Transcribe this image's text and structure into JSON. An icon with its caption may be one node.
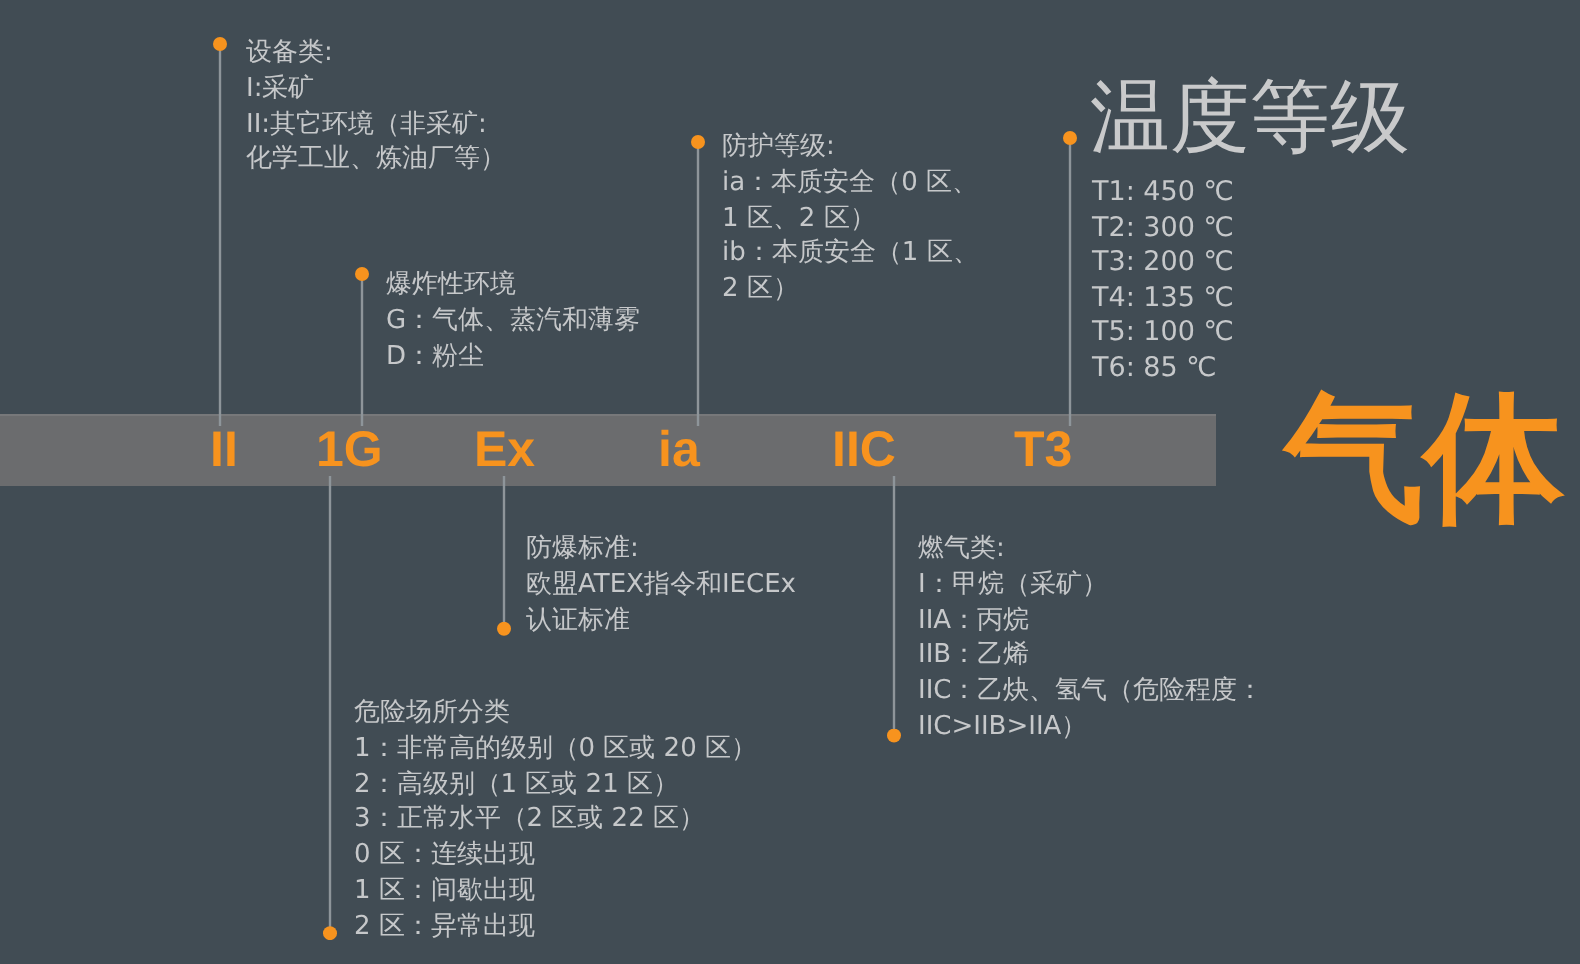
{
  "diagram": {
    "nodes": [
      {
        "text": [
          "设备类:",
          "I:采矿",
          "II:其它环境（非采矿:化学工业、炼油厂等）"
        ]
      },
      {
        "text": [
          "爆炸性环境",
          "G：气体、蒸汽和薄雾",
          "D：粉尘"
        ]
      },
      {
        "text": [
          "防护等级:",
          "ia：本质安全（0 区、1 区、2 区）",
          "ib：本质安全（1 区、2 区）"
        ]
      },
      {
        "text": [
          "温度等级",
          "T1: 450 ℃",
          "T2: 300 ℃",
          "T3: 200 ℃",
          "T4: 135 ℃",
          "T5: 100 ℃",
          "T6: 85 ℃"
        ]
      },
      {
        "text": [],
        "shape": "bar"
      },
      {
        "text": [
          "II"
        ],
        "in": 4
      },
      {
        "text": [
          "1G"
        ],
        "in": 4
      },
      {
        "text": [
          "Ex"
        ],
        "in": 4
      },
      {
        "text": [
          "ia"
        ],
        "in": 4
      },
      {
        "text": [
          "IIC"
        ],
        "in": 4
      },
      {
        "text": [
          "T3"
        ],
        "in": 4
      },
      {
        "text": [
          "防爆标准:",
          "欧盟ATEX指令和IECEx认证标准"
        ]
      },
      {
        "text": [
          "燃气类:",
          "I：甲烷（采矿）",
          "IIA：丙烷",
          "IIB：乙烯",
          "IIC：乙炔、氢气（危险程度：IIC>IIB>IIA）"
        ]
      },
      {
        "text": [
          "危险场所分类",
          "1：非常高的级别（0 区或 20 区）",
          "2：高级别（1 区或 21 区）",
          "3：正常水平（2 区或 22 区）",
          "0 区：连续出现",
          "1 区：间歇出现",
          "2 区：异常出现"
        ]
      }
    ],
    "edges": [
      {
        "from": 0,
        "to": 5,
        "arrow": "other"
      },
      {
        "from": 1,
        "to": 6,
        "arrow": "other"
      },
      {
        "from": 13,
        "to": 6,
        "arrow": "other"
      },
      {
        "from": 11,
        "to": 7,
        "arrow": "other"
      },
      {
        "from": 2,
        "to": 8,
        "arrow": "other"
      },
      {
        "from": 12,
        "to": 9,
        "arrow": "other"
      },
      {
        "from": 3,
        "to": 10,
        "arrow": "other"
      }
    ],
    "labels": [
      "气体"
    ]
  }
}
